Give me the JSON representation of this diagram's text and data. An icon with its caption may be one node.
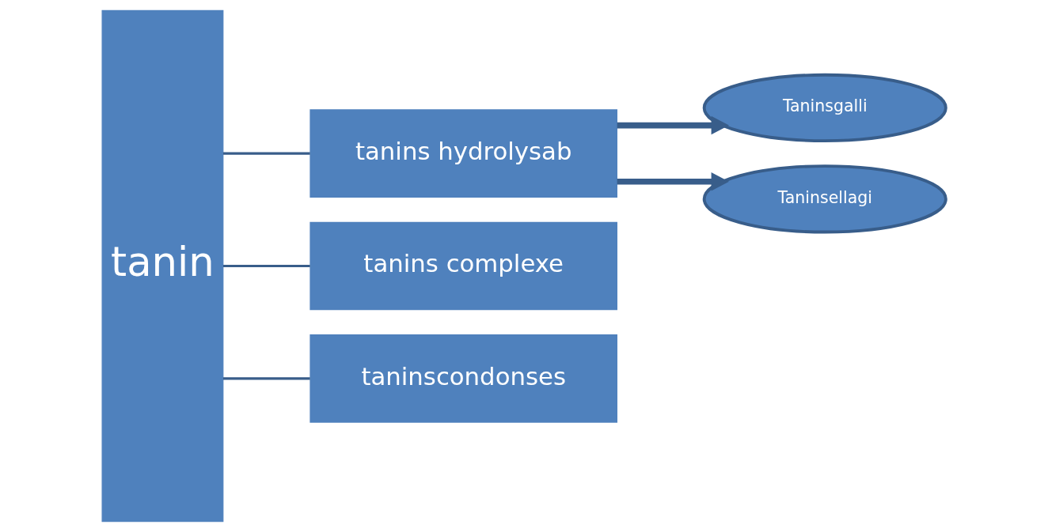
{
  "diagram": {
    "nodes": [
      {
        "text": [
          "tanin"
        ]
      },
      {
        "text": [
          "tanins hydrolysab"
        ]
      },
      {
        "text": [
          "tanins complexe"
        ]
      },
      {
        "text": [
          "taninscondonses"
        ]
      },
      {
        "text": [
          "Taninsgalli"
        ]
      },
      {
        "text": [
          "Taninsellagi"
        ]
      }
    ],
    "edges": [
      {
        "from": 0,
        "to": 1,
        "arrow": "none"
      },
      {
        "from": 0,
        "to": 2,
        "arrow": "none"
      },
      {
        "from": 0,
        "to": 3,
        "arrow": "none"
      },
      {
        "from": 1,
        "to": 4,
        "arrow": "to",
        "style": "thick"
      },
      {
        "from": 1,
        "to": 5,
        "arrow": "to",
        "style": "thick"
      }
    ]
  }
}
